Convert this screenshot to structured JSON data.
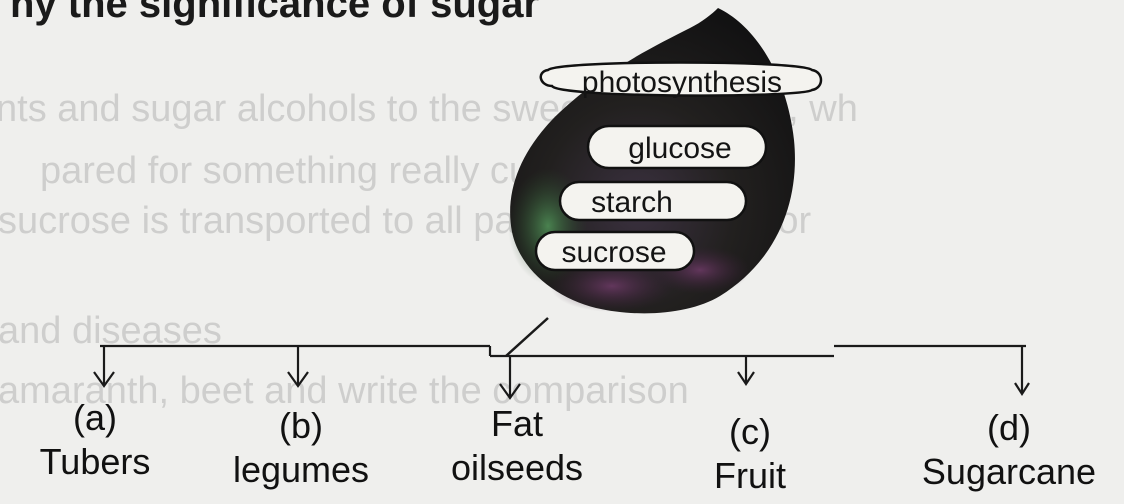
{
  "bleed_text": {
    "top_line": "ny the significance of sugar",
    "line1": "nts and sugar alcohols to the sweetness of pea, wh",
    "line2": "pared for something really curious?",
    "line3": "sucrose is transported to all parts of the plant for",
    "line4": "and diseases",
    "line5": "amaranth, beet and write the comparison"
  },
  "leaf_labels": {
    "photosynthesis": "photosynthesis",
    "glucose": "glucose",
    "starch": "starch",
    "sucrose": "sucrose"
  },
  "branches": [
    {
      "letter": "(a)",
      "crop": "Tubers"
    },
    {
      "letter": "(b)",
      "crop": "legumes"
    },
    {
      "letter": "Fat",
      "crop": "oilseeds"
    },
    {
      "letter": "(c)",
      "crop": "Fruit"
    },
    {
      "letter": "(d)",
      "crop": "Sugarcane"
    }
  ],
  "colors": {
    "leaf_dark": "#1c1a1e",
    "leaf_green": "#3f7a4a",
    "leaf_purple": "#5a2f55",
    "line": "#1a1a1a"
  }
}
